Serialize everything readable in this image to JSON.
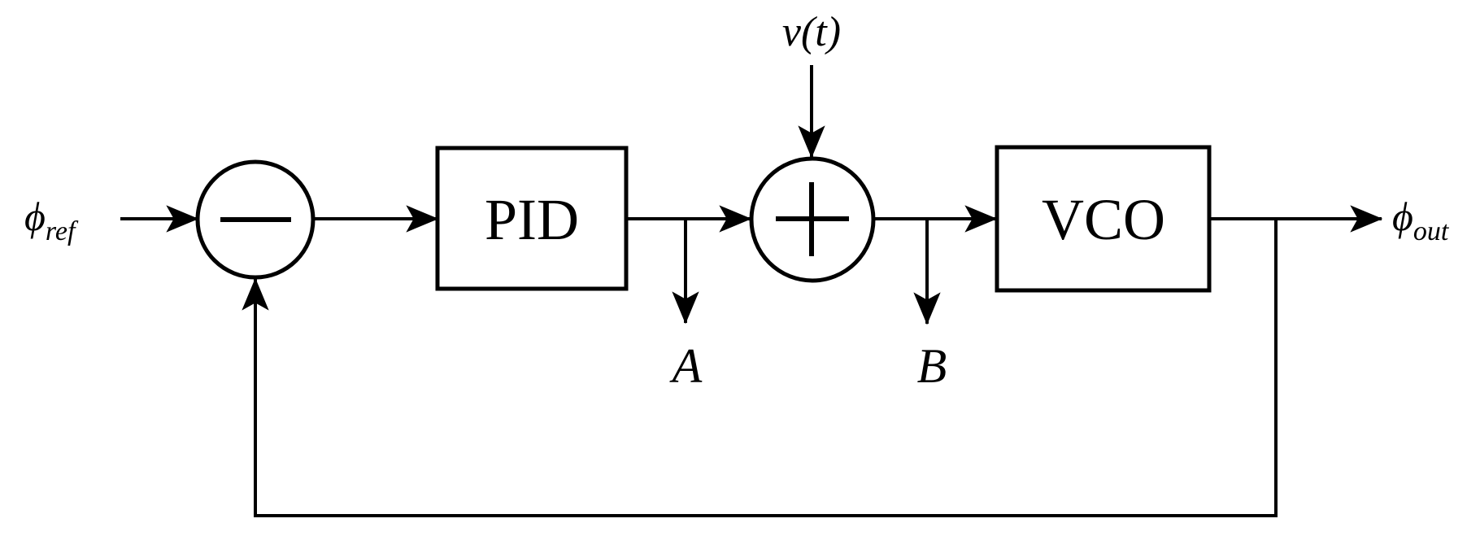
{
  "colors": {
    "ink": "#000000",
    "background": "#ffffff"
  },
  "diagram": {
    "reference_label": {
      "base": "ϕ",
      "sub": "ref"
    },
    "output_label": {
      "base": "ϕ",
      "sub": "out"
    },
    "noise_label": "v(t)",
    "blocks": {
      "controller": "PID",
      "oscillator": "VCO"
    },
    "junctions": {
      "error": {
        "operator": "−"
      },
      "sum": {
        "operator": "+"
      }
    },
    "taps": {
      "a": "A",
      "b": "B"
    }
  }
}
